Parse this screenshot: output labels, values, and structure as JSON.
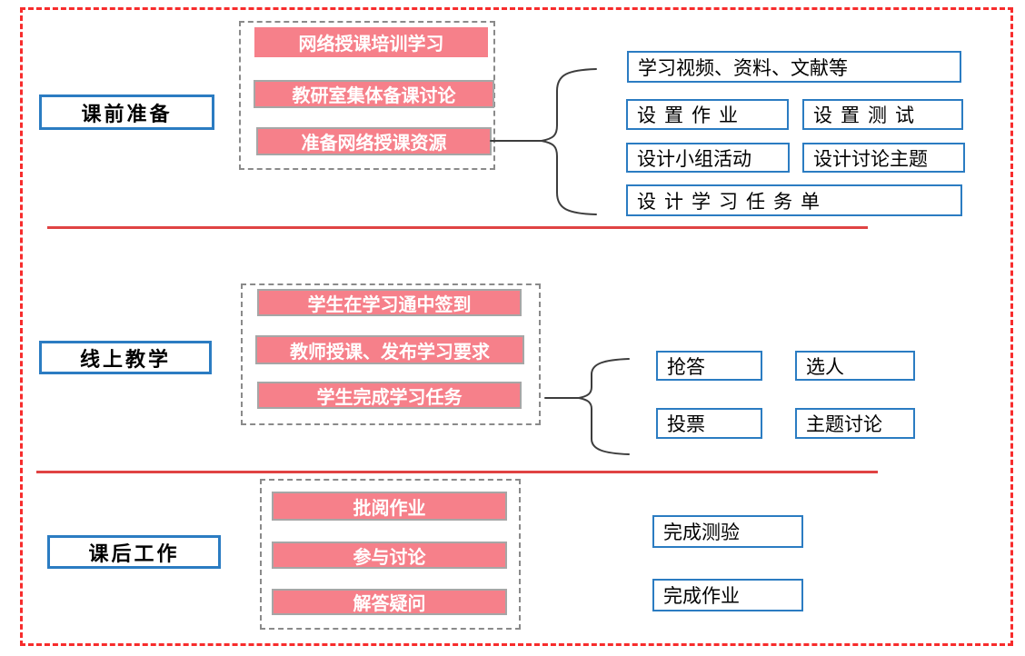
{
  "sections": [
    {
      "label": "课前准备",
      "steps": [
        "网络授课培训学习",
        "教研室集体备课讨论",
        "准备网络授课资源"
      ],
      "details": [
        "学习视频、资料、文献等",
        "设置作业",
        "设置测试",
        "设计小组活动",
        "设计讨论主题",
        "设计学习任务单"
      ]
    },
    {
      "label": "线上教学",
      "steps": [
        "学生在学习通中签到",
        "教师授课、发布学习要求",
        "学生完成学习任务"
      ],
      "details": [
        "抢答",
        "选人",
        "投票",
        "主题讨论"
      ]
    },
    {
      "label": "课后工作",
      "steps": [
        "批阅作业",
        "参与讨论",
        "解答疑问"
      ],
      "details": [
        "完成测验",
        "完成作业"
      ]
    }
  ],
  "colors": {
    "frame_red": "#f72c2c",
    "divider_red": "#e04343",
    "step_pink": "#f6808a",
    "step_border_gray": "#a6a6a6",
    "group_dash_gray": "#8a8a8a",
    "box_blue": "#2b7cc2",
    "step_text": "#ffffff",
    "text_black": "#000000"
  }
}
